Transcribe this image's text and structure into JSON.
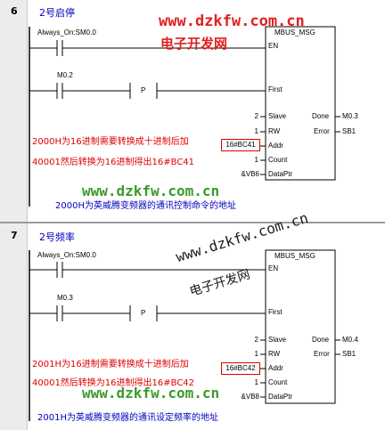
{
  "networks": [
    {
      "number": "6",
      "title": "2号启停",
      "contact1": "Always_On:SM0.0",
      "contact2": "M0.2",
      "p_label": "P",
      "block_name": "MBUS_MSG",
      "pins": {
        "en": "EN",
        "first": "First",
        "slave": "Slave",
        "rw": "RW",
        "addr": "Addr",
        "count": "Count",
        "dataptr": "DataPtr",
        "done": "Done",
        "error": "Error"
      },
      "values": {
        "slave": "2",
        "rw": "1",
        "addr": "16#BC41",
        "count": "1",
        "dataptr": "&VB6",
        "done": "M0.3",
        "error": "SB1"
      },
      "red_notes": [
        "2000H为16进制需要转换成十进制后加",
        "40001然后转换为16进制得出16#BC41"
      ],
      "blue_note": "2000H为英威腾变频器的通讯控制命令的地址"
    },
    {
      "number": "7",
      "title": "2号频率",
      "contact1": "Always_On:SM0.0",
      "contact2": "M0.3",
      "p_label": "P",
      "block_name": "MBUS_MSG",
      "pins": {
        "en": "EN",
        "first": "First",
        "slave": "Slave",
        "rw": "RW",
        "addr": "Addr",
        "count": "Count",
        "dataptr": "DataPtr",
        "done": "Done",
        "error": "Error"
      },
      "values": {
        "slave": "2",
        "rw": "1",
        "addr": "16#BC42",
        "count": "1",
        "dataptr": "&VB8",
        "done": "M0.4",
        "error": "SB1"
      },
      "red_notes": [
        "2001H为16进制需要转换成十进制后加",
        "40001然后转换为16进制得出16#BC42"
      ],
      "blue_note": "2001H为英威腾变频器的通讯设定频率的地址"
    }
  ],
  "watermarks": {
    "url": "www.dzkfw.com.cn",
    "site_name": "电子开发网"
  },
  "colors": {
    "accent_red": "#e00000",
    "note_blue": "#0000c0",
    "watermark_green": "#3a9a2a"
  }
}
